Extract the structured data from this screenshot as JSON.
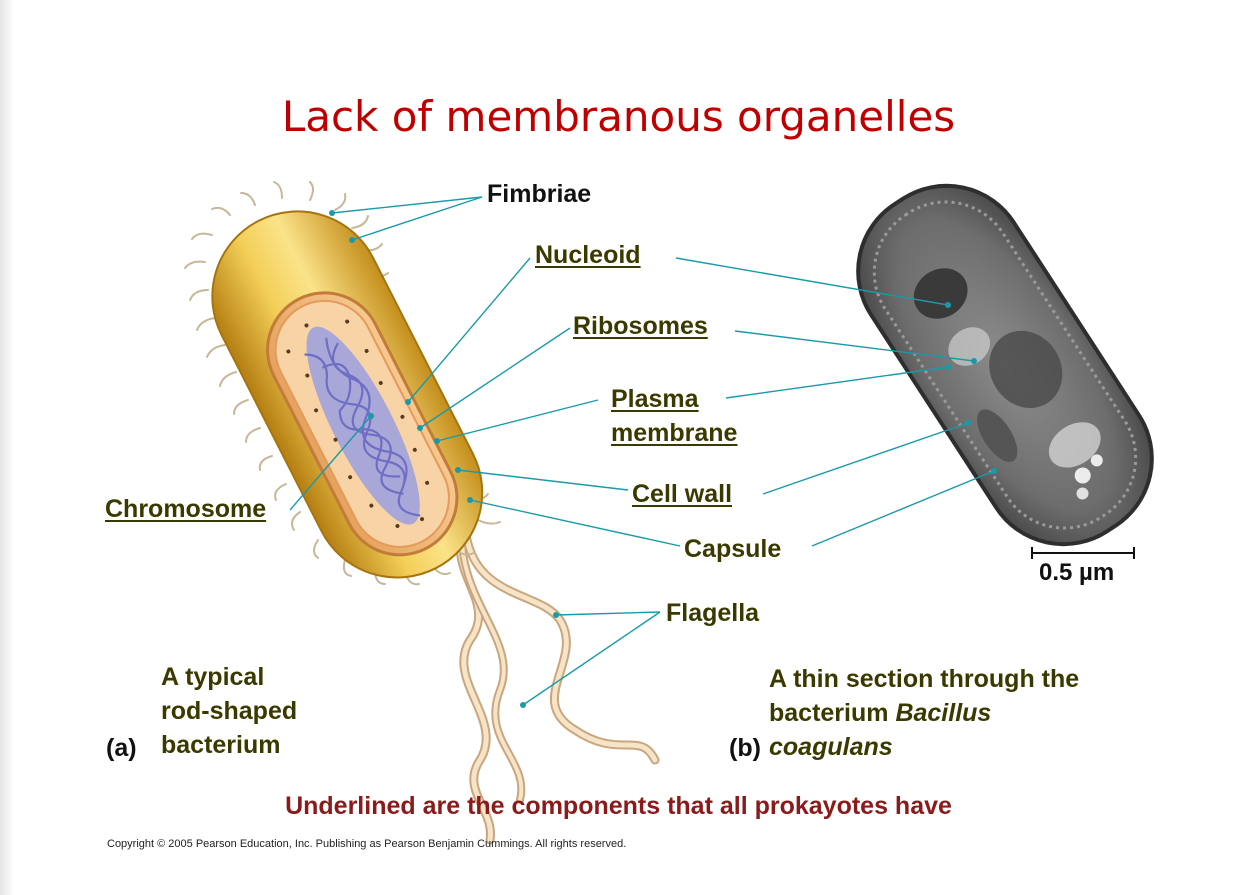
{
  "slide": {
    "title": "Lack of membranous organelles",
    "note": "Underlined are the components that all prokayotes have",
    "copyright": "Copyright © 2005 Pearson Education, Inc. Publishing as Pearson Benjamin Cummings. All rights reserved."
  },
  "labels": {
    "fimbriae": "Fimbriae",
    "nucleoid": "Nucleoid",
    "ribosomes": "Ribosomes",
    "plasma_line1": "Plasma",
    "plasma_line2": "membrane",
    "cell_wall": "Cell wall",
    "capsule": "Capsule",
    "flagella": "Flagella",
    "chromosome": "Chromosome"
  },
  "panel_a": {
    "tag": "(a)",
    "line1": "A typical",
    "line2": "rod-shaped",
    "line3": "bacterium"
  },
  "panel_b": {
    "tag": "(b)",
    "line1": "A thin section through the",
    "line2_prefix": "bacterium ",
    "line2_italic": "Bacillus",
    "line3_italic": "coagulans"
  },
  "scale_bar": "0.5 µm",
  "colors": {
    "title": "#c00000",
    "label": "#3a3a00",
    "leader": "#1a9aa8",
    "note": "#8b1a1a"
  }
}
